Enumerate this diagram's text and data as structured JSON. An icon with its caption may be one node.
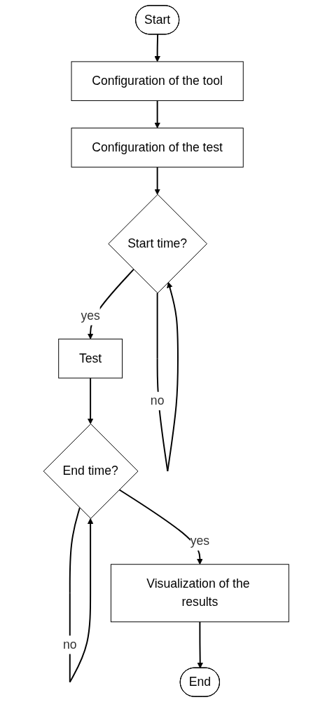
{
  "diagram": {
    "nodes": [
      {
        "text": [
          "Start"
        ]
      },
      {
        "text": [
          "Configuration of the tool"
        ]
      },
      {
        "text": [
          "Configuration of the test"
        ]
      },
      {
        "text": [
          "Start time?"
        ]
      },
      {
        "text": [
          "Test"
        ]
      },
      {
        "text": [
          "End time?"
        ]
      },
      {
        "text": [
          "Visualization of the results"
        ]
      },
      {
        "text": [
          "End"
        ]
      }
    ],
    "edges": [
      {
        "from": 0,
        "to": 1,
        "arrow": "to"
      },
      {
        "from": 1,
        "to": 2,
        "arrow": "to"
      },
      {
        "from": 2,
        "to": 3,
        "arrow": "to"
      },
      {
        "from": 3,
        "to": 3,
        "arrow": "to",
        "label": "no"
      },
      {
        "from": 3,
        "to": 4,
        "arrow": "to",
        "label": "yes"
      },
      {
        "from": 4,
        "to": 5,
        "arrow": "to"
      },
      {
        "from": 5,
        "to": 5,
        "arrow": "to",
        "label": "no"
      },
      {
        "from": 5,
        "to": 6,
        "arrow": "to",
        "label": "yes"
      },
      {
        "from": 6,
        "to": 7,
        "arrow": "to"
      }
    ]
  }
}
